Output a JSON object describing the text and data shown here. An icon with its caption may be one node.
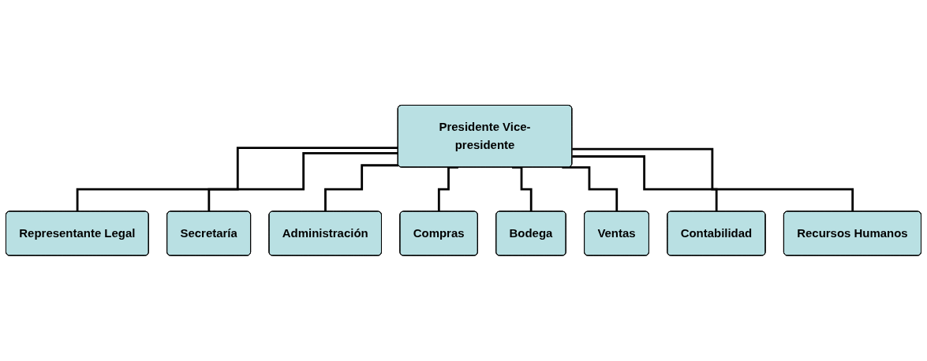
{
  "diagram": {
    "nodes": [
      {
        "text": [
          "Presidente Vice-presidente"
        ]
      },
      {
        "text": [
          "Representante Legal"
        ]
      },
      {
        "text": [
          "Secretaría"
        ]
      },
      {
        "text": [
          "Administración"
        ]
      },
      {
        "text": [
          "Compras"
        ]
      },
      {
        "text": [
          "Bodega"
        ]
      },
      {
        "text": [
          "Ventas"
        ]
      },
      {
        "text": [
          "Contabilidad"
        ]
      },
      {
        "text": [
          "Recursos Humanos"
        ]
      }
    ],
    "edges": [
      {
        "from": 0,
        "to": 1,
        "arrow": "none"
      },
      {
        "from": 0,
        "to": 2,
        "arrow": "none"
      },
      {
        "from": 0,
        "to": 3,
        "arrow": "none"
      },
      {
        "from": 0,
        "to": 4,
        "arrow": "none"
      },
      {
        "from": 0,
        "to": 5,
        "arrow": "none"
      },
      {
        "from": 0,
        "to": 6,
        "arrow": "none"
      },
      {
        "from": 0,
        "to": 7,
        "arrow": "none"
      },
      {
        "from": 0,
        "to": 8,
        "arrow": "none"
      }
    ]
  }
}
